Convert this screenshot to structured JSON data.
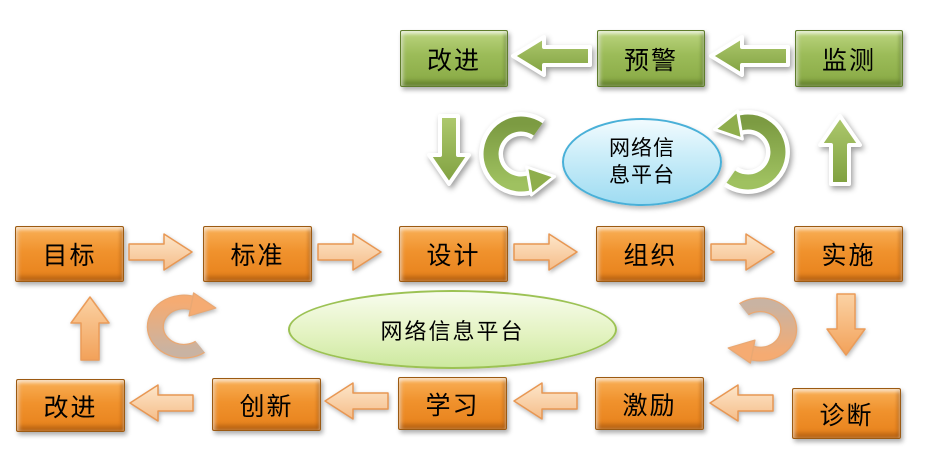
{
  "diagram": {
    "top_row": [
      {
        "label": "改进"
      },
      {
        "label": "预警"
      },
      {
        "label": "监测"
      }
    ],
    "main_row": [
      {
        "label": "目标"
      },
      {
        "label": "标准"
      },
      {
        "label": "设计"
      },
      {
        "label": "组织"
      },
      {
        "label": "实施"
      }
    ],
    "bottom_row": [
      {
        "label": "改进"
      },
      {
        "label": "创新"
      },
      {
        "label": "学习"
      },
      {
        "label": "激励"
      },
      {
        "label": "诊断"
      }
    ],
    "platform_upper": {
      "line1": "网络信",
      "line2": "息平台"
    },
    "platform_lower": {
      "label": "网络信息平台"
    },
    "colors": {
      "green_box": "#9cbc59",
      "orange_box": "#f0922d",
      "green_arrow": "#8fae4c",
      "peach_arrow": "#f6bd88",
      "blue_platform_fill": "#9fdcf2",
      "blue_platform_border": "#49b0d8",
      "green_platform_fill": "#dff1b8",
      "green_platform_border": "#9cc254",
      "swirl_tan": "#c9b3a2"
    }
  }
}
